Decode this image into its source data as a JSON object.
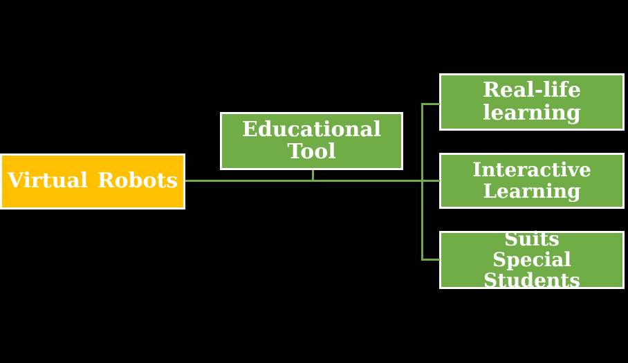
{
  "diagram": {
    "title": "Virtual Robots as Educational Tool diagram",
    "colors": {
      "background": "#000000",
      "root_fill": "#FFC000",
      "node_fill": "#70AD47",
      "connector": "#70AD47",
      "border": "#FFFFFF",
      "text": "#FFFFFF"
    },
    "nodes": {
      "root": {
        "label": "Virtual Robots"
      },
      "mid": {
        "label": "Educational Tool"
      },
      "leaf1": {
        "label": "Real-life learning"
      },
      "leaf2": {
        "label": "Interactive Learning"
      },
      "leaf3": {
        "label": "Suits Special Students"
      }
    },
    "edges": [
      {
        "from": "root",
        "to": "mid"
      },
      {
        "from": "mid",
        "to": "leaf1"
      },
      {
        "from": "mid",
        "to": "leaf2"
      },
      {
        "from": "mid",
        "to": "leaf3"
      }
    ]
  }
}
